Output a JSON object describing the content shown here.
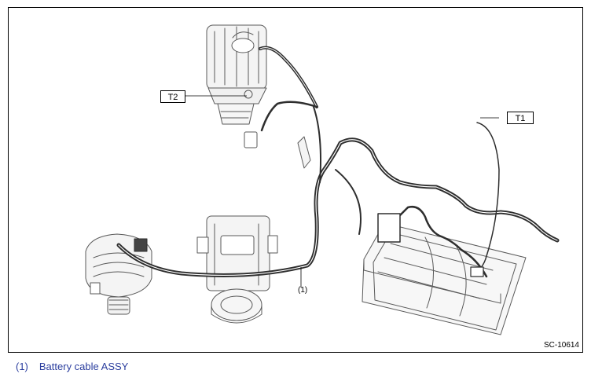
{
  "callouts": {
    "t1": "T1",
    "t2": "T2"
  },
  "part_ref": "(1)",
  "figure_code": "SC-10614",
  "legend": {
    "number": "(1)",
    "text": "Battery cable ASSY"
  },
  "colors": {
    "line": "#000000",
    "parts": "#5a5a5a",
    "cable": "#2e2e2e",
    "legend_text": "#2a3d9e"
  }
}
